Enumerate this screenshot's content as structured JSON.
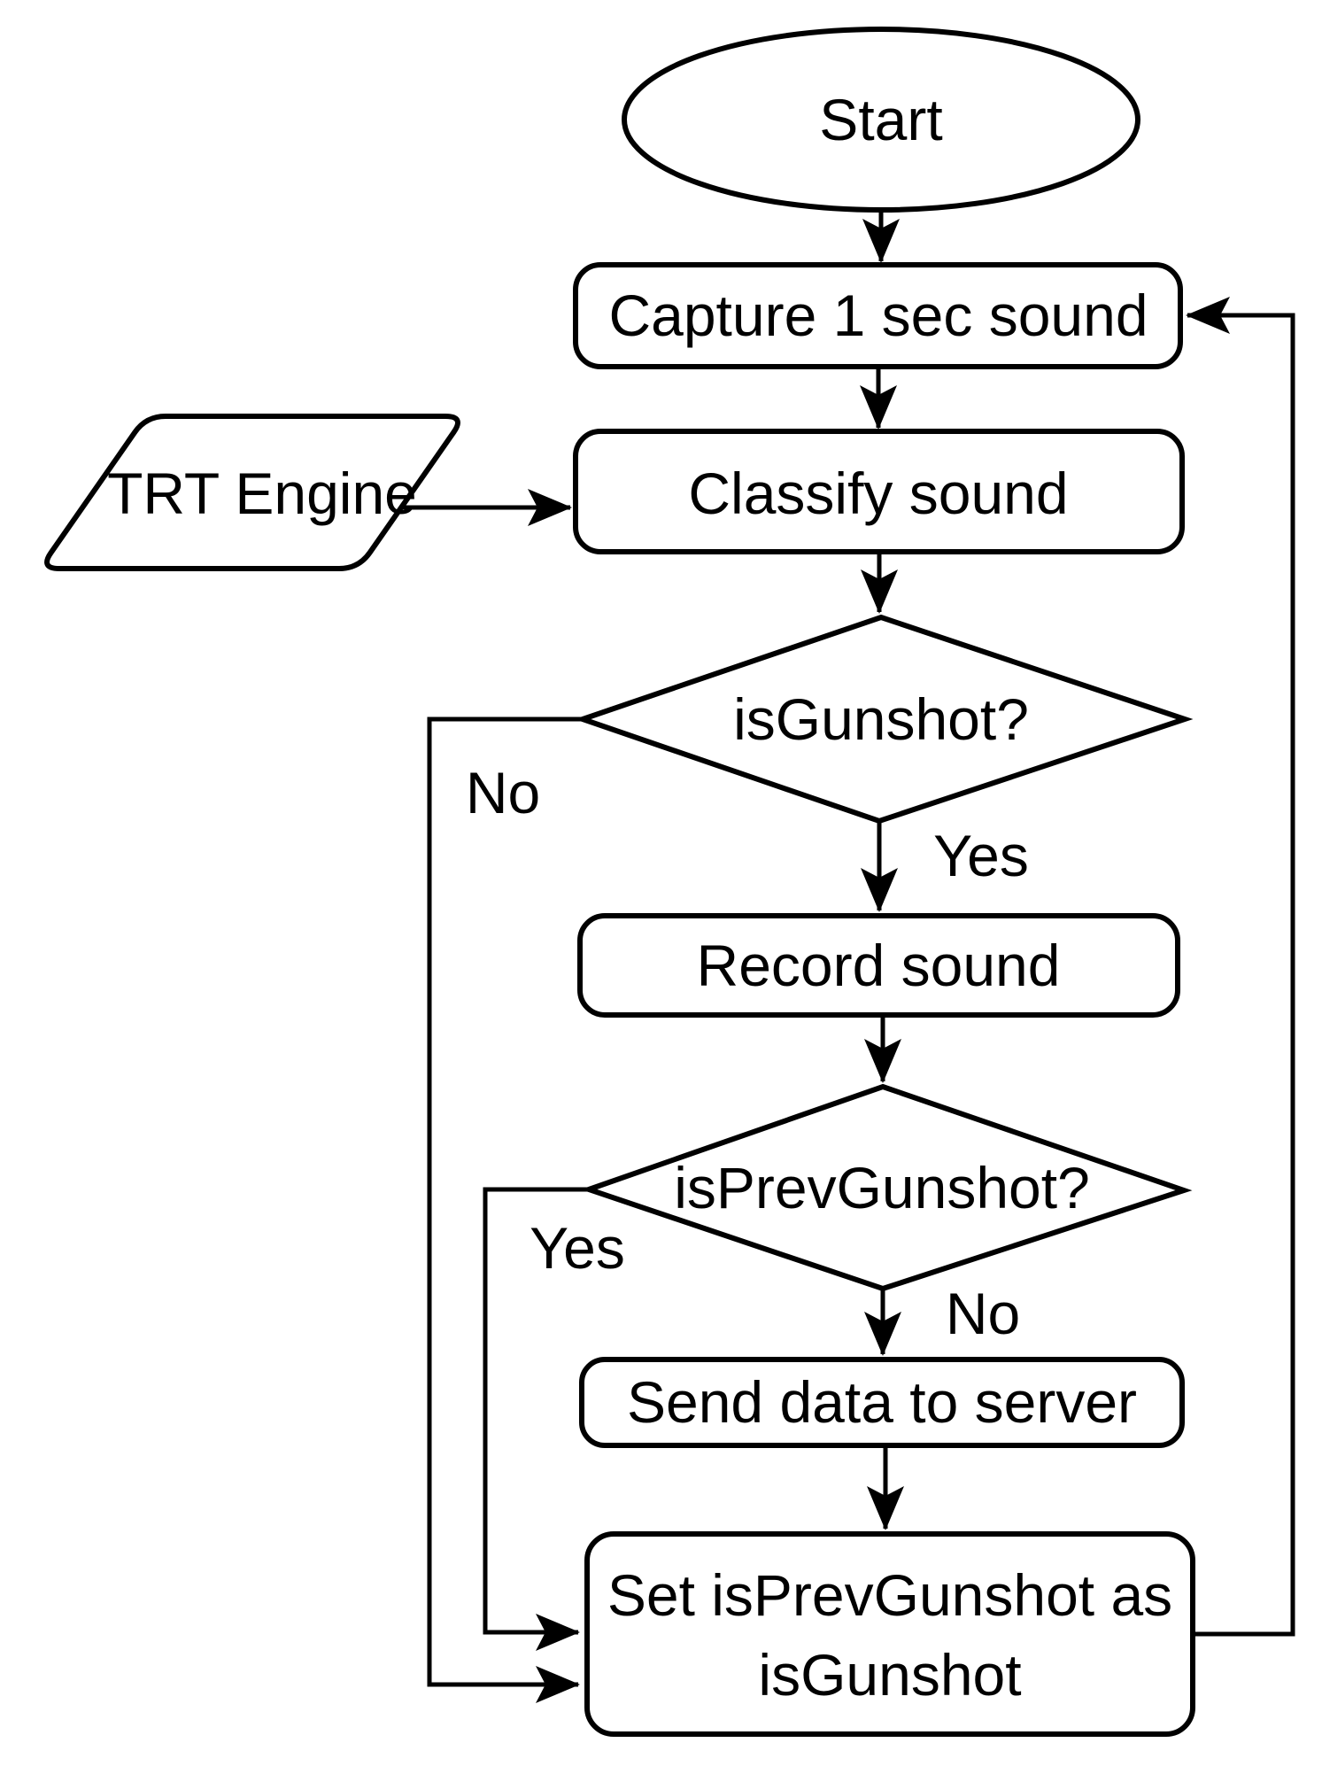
{
  "diagram": {
    "background_color": "#ffffff",
    "stroke_color": "#000000",
    "text_color": "#000000",
    "nodes": {
      "start": {
        "type": "terminator",
        "label": "Start"
      },
      "capture": {
        "type": "process",
        "label": "Capture 1 sec sound"
      },
      "trt_engine": {
        "type": "data",
        "label": "TRT Engine"
      },
      "classify": {
        "type": "process",
        "label": "Classify sound"
      },
      "is_gunshot": {
        "type": "decision",
        "label": "isGunshot?"
      },
      "record": {
        "type": "process",
        "label": "Record sound"
      },
      "is_prev_gunshot": {
        "type": "decision",
        "label": "isPrevGunshot?"
      },
      "send_data": {
        "type": "process",
        "label": "Send data to server"
      },
      "set_prev": {
        "type": "process",
        "label_line1": "Set isPrevGunshot as",
        "label_line2": "isGunshot"
      }
    },
    "edge_labels": {
      "is_gunshot_no": "No",
      "is_gunshot_yes": "Yes",
      "is_prev_gunshot_yes": "Yes",
      "is_prev_gunshot_no": "No"
    }
  }
}
